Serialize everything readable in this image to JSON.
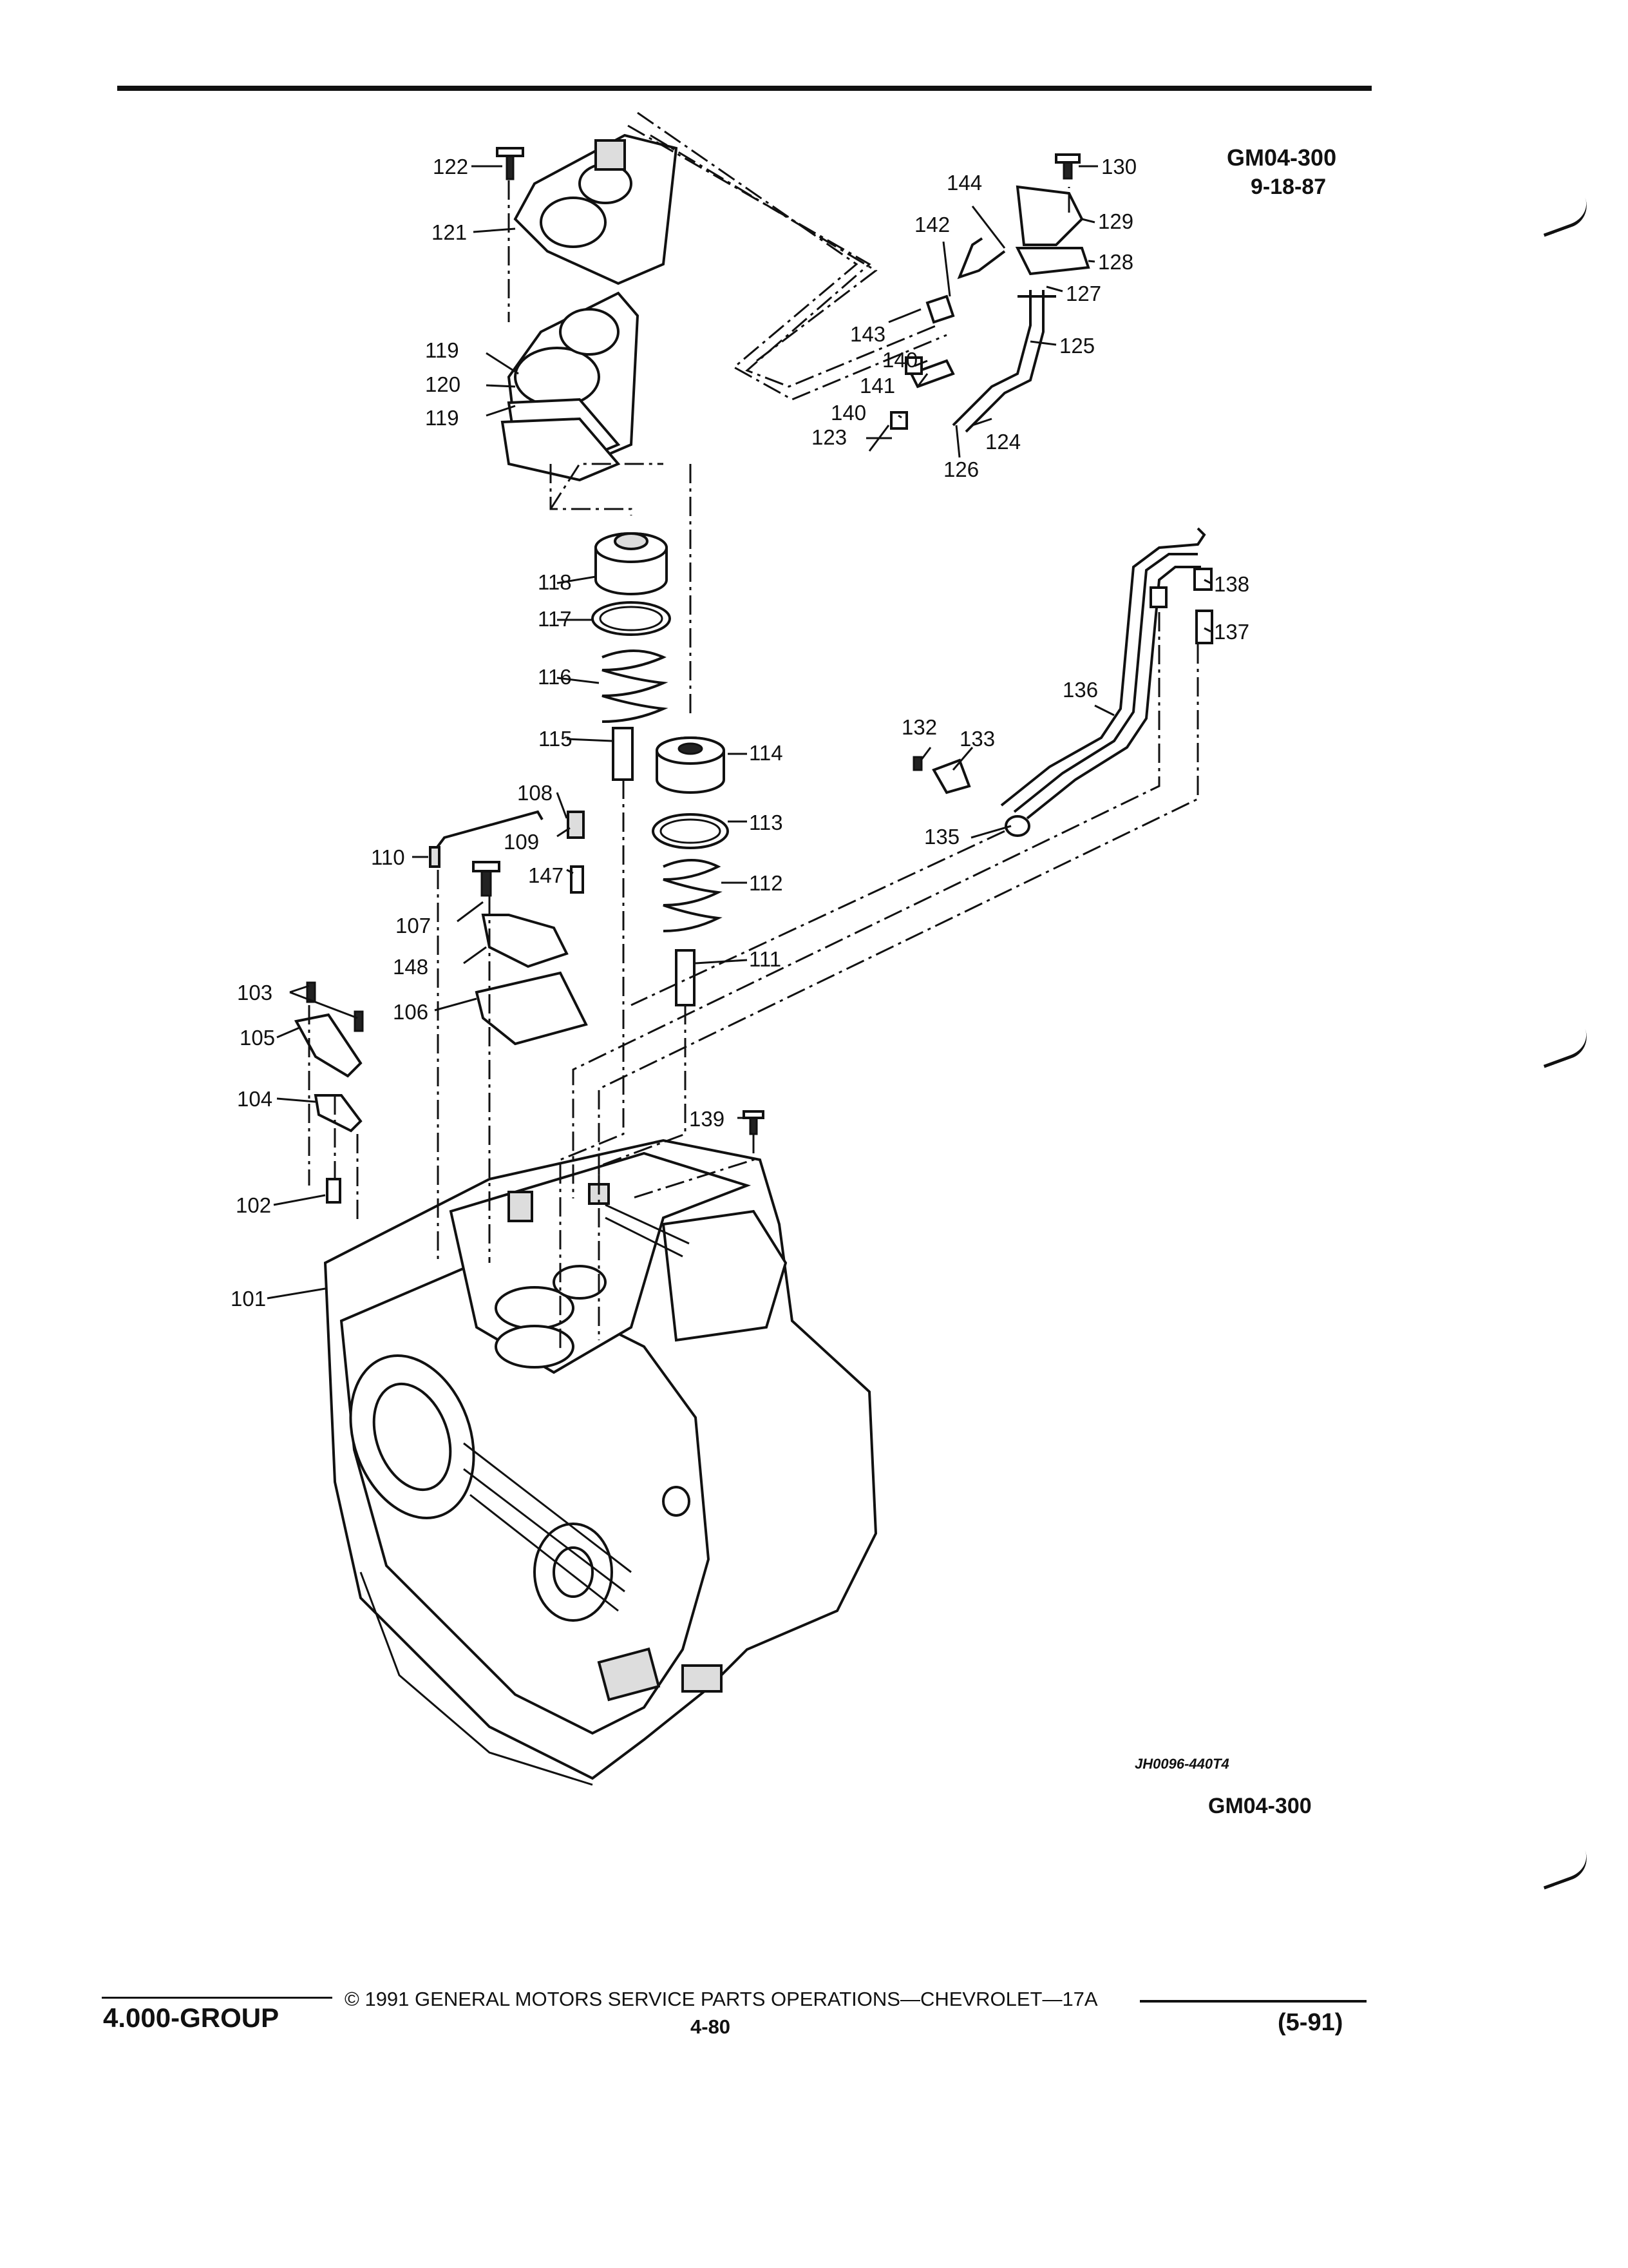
{
  "header": {
    "code": "GM04-300",
    "date": "9-18-87"
  },
  "diagram": {
    "reference_code": "JH0096-440T4",
    "reference_code_2": "GM04-300",
    "callouts": [
      "101",
      "102",
      "103",
      "104",
      "105",
      "106",
      "107",
      "108",
      "109",
      "110",
      "111",
      "112",
      "113",
      "114",
      "115",
      "116",
      "117",
      "118",
      "119",
      "120",
      "119",
      "121",
      "122",
      "123",
      "124",
      "125",
      "126",
      "127",
      "128",
      "129",
      "130",
      "132",
      "133",
      "135",
      "136",
      "137",
      "138",
      "139",
      "140",
      "140",
      "141",
      "142",
      "143",
      "144",
      "147",
      "148"
    ]
  },
  "footer": {
    "group": "4.000-GROUP",
    "copyright": "© 1991 GENERAL MOTORS SERVICE PARTS OPERATIONS—CHEVROLET—17A",
    "page": "4-80",
    "revision": "(5-91)"
  }
}
